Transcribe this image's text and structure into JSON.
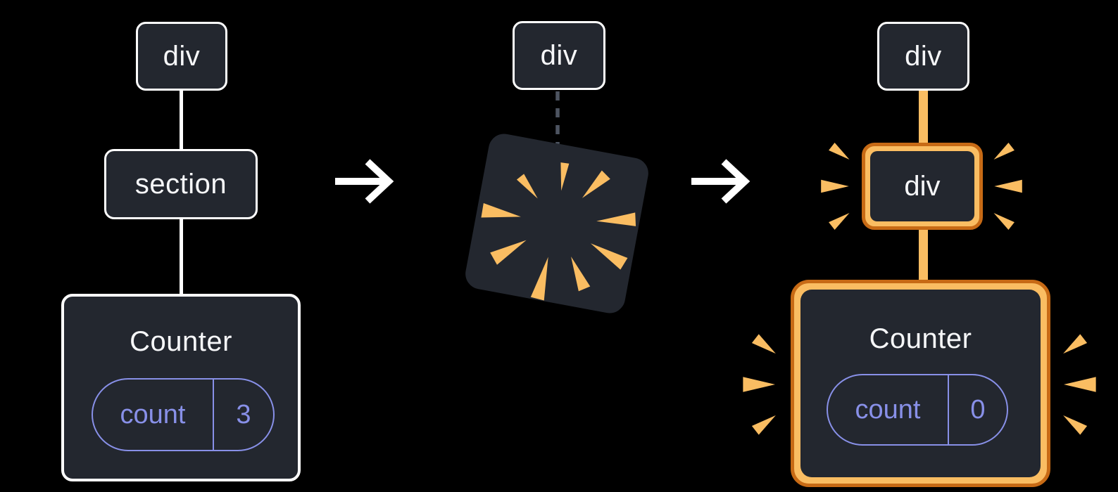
{
  "colors": {
    "background": "#000000",
    "node_bg": "#23272F",
    "node_border": "#FFFFFF",
    "node_text": "#F6F7F9",
    "state_purple": "#8890E8",
    "highlight_orange": "#FABD62",
    "highlight_orange_dark": "#C76A15",
    "dash_gray": "#4D5461",
    "arrow_white": "#FFFFFF"
  },
  "tree_before": {
    "root_label": "div",
    "child_label": "section",
    "component_label": "Counter",
    "state": {
      "key": "count",
      "value": "3"
    }
  },
  "tree_during": {
    "root_label": "div"
  },
  "tree_after": {
    "root_label": "div",
    "child_label": "div",
    "component_label": "Counter",
    "state": {
      "key": "count",
      "value": "0"
    }
  }
}
